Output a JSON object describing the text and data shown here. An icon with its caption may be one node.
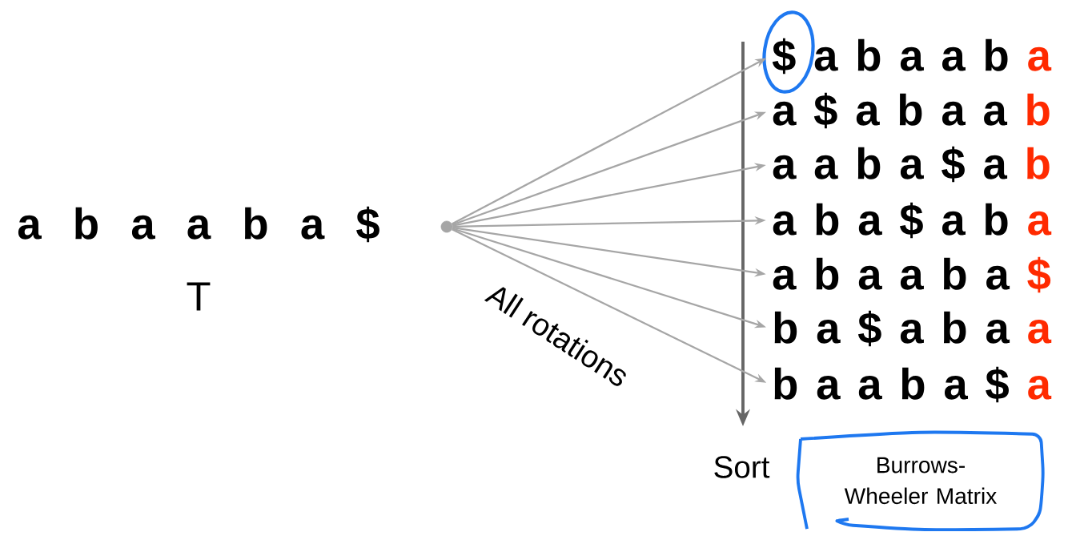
{
  "diagram": {
    "nodes": [
      {
        "text": [
          "a b a a b a $"
        ],
        "beside": [
          "T"
        ]
      },
      {
        "text": [],
        "shape": "circle"
      },
      {
        "text": [
          "$ a b a a b",
          "a"
        ]
      },
      {
        "text": [
          "a $ a b a a",
          "b"
        ]
      },
      {
        "text": [
          "a a b a $ a",
          "b"
        ]
      },
      {
        "text": [
          "a b a $ a b",
          "a"
        ]
      },
      {
        "text": [
          "a b a a b a",
          "$"
        ]
      },
      {
        "text": [
          "b a $ a b a",
          "a"
        ]
      },
      {
        "text": [
          "b a a b a $",
          "a"
        ]
      },
      {
        "text": [
          "Burrows-Wheeler Matrix"
        ]
      }
    ],
    "edges": [
      {
        "from": 1,
        "to": 2,
        "arrow": "to"
      },
      {
        "from": 1,
        "to": 3,
        "arrow": "to"
      },
      {
        "from": 1,
        "to": 4,
        "arrow": "to"
      },
      {
        "from": 1,
        "to": 5,
        "arrow": "to"
      },
      {
        "from": 1,
        "to": 6,
        "arrow": "to"
      },
      {
        "from": 1,
        "to": 7,
        "arrow": "to"
      },
      {
        "from": 1,
        "to": 8,
        "arrow": "to"
      }
    ],
    "labels": [
      "All rotations",
      "Sort"
    ]
  }
}
